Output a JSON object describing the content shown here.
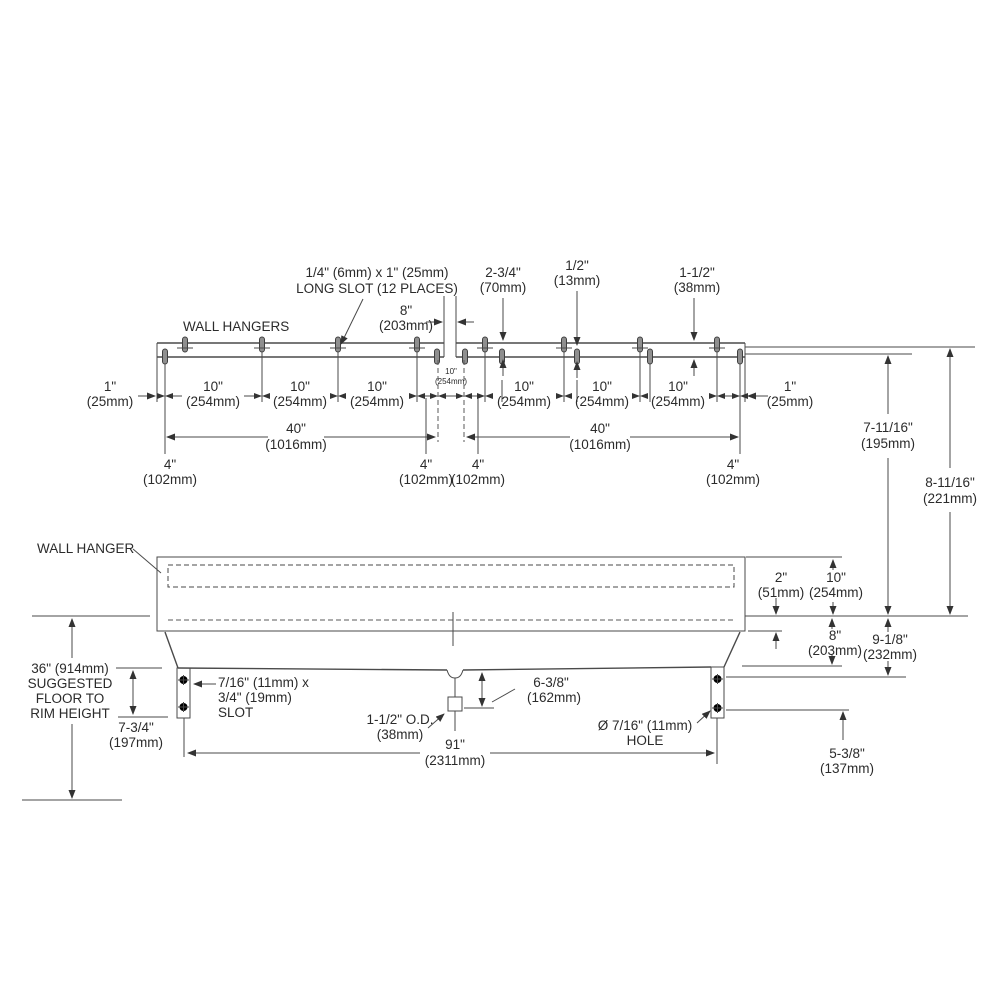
{
  "drawing": {
    "top_view": {
      "wall_hangers_label": "WALL HANGERS",
      "long_slot_note": {
        "line1": "1/4\" (6mm) x 1\" (25mm)",
        "line2": "LONG SLOT (12 PLACES)"
      },
      "dims": {
        "gap_8": {
          "in": "8\"",
          "mm": "(203mm)"
        },
        "d_2_3_4": {
          "in": "2-3/4\"",
          "mm": "(70mm)"
        },
        "d_1_2": {
          "in": "1/2\"",
          "mm": "(13mm)"
        },
        "d_1_1_2": {
          "in": "1-1/2\"",
          "mm": "(38mm)"
        },
        "d_1": {
          "in": "1\"",
          "mm": "(25mm)"
        },
        "d_10": {
          "in": "10\"",
          "mm": "(254mm)"
        },
        "d_40": {
          "in": "40\"",
          "mm": "(1016mm)"
        },
        "d_4": {
          "in": "4\"",
          "mm": "(102mm)"
        },
        "d_7_11_16": {
          "in": "7-11/16\"",
          "mm": "(195mm)"
        },
        "d_8_11_16": {
          "in": "8-11/16\"",
          "mm": "(221mm)"
        }
      }
    },
    "front_view": {
      "wall_hanger_label": "WALL HANGER",
      "dims": {
        "d_2": {
          "in": "2\"",
          "mm": "(51mm)"
        },
        "d_10": {
          "in": "10\"",
          "mm": "(254mm)"
        },
        "d_8": {
          "in": "8\"",
          "mm": "(203mm)"
        },
        "d_9_1_8": {
          "in": "9-1/8\"",
          "mm": "(232mm)"
        },
        "d_36": {
          "line1": "36\" (914mm)",
          "line2": "SUGGESTED",
          "line3": "FLOOR TO",
          "line4": "RIM HEIGHT"
        },
        "d_7_3_4": {
          "in": "7-3/4\"",
          "mm": "(197mm)"
        },
        "slot_note": {
          "line1": "7/16\" (11mm) x",
          "line2": "3/4\" (19mm)",
          "line3": "SLOT"
        },
        "od_note": {
          "line1": "1-1/2\" O.D.",
          "line2": "(38mm)"
        },
        "d_6_3_8": {
          "in": "6-3/8\"",
          "mm": "(162mm)"
        },
        "d_91": {
          "in": "91\"",
          "mm": "(2311mm)"
        },
        "hole_note": {
          "line1": "Ø 7/16\" (11mm)",
          "line2": "HOLE"
        },
        "d_5_3_8": {
          "in": "5-3/8\"",
          "mm": "(137mm)"
        }
      }
    }
  }
}
